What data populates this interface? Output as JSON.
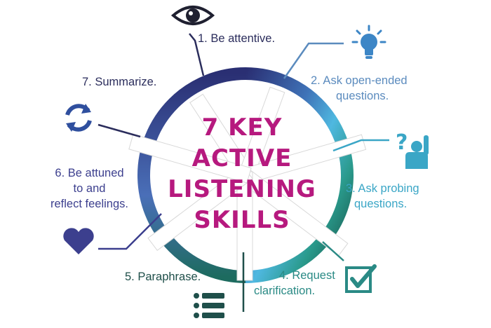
{
  "center_title": [
    "7 KEY",
    "ACTIVE",
    "LISTENING",
    "SKILLS"
  ],
  "skills": [
    {
      "id": "attentive",
      "label": [
        "1. Be attentive."
      ],
      "color": "#2b2d5c",
      "icon": "eye-icon"
    },
    {
      "id": "open-ended",
      "label": [
        "2. Ask open-ended",
        "questions."
      ],
      "color": "#5b8bbe",
      "icon": "lightbulb-icon"
    },
    {
      "id": "probing",
      "label": [
        "3. Ask probing",
        "questions."
      ],
      "color": "#3aa6c6",
      "icon": "raised-hand-question-icon"
    },
    {
      "id": "clarification",
      "label": [
        "4. Request",
        "clarification."
      ],
      "color": "#2a8a85",
      "icon": "checkbox-icon"
    },
    {
      "id": "paraphrase",
      "label": [
        "5. Paraphrase."
      ],
      "color": "#1f4f4a",
      "icon": "list-icon"
    },
    {
      "id": "feelings",
      "label": [
        "6. Be attuned",
        "to and",
        "reflect feelings."
      ],
      "color": "#3c3f8e",
      "icon": "heart-icon"
    },
    {
      "id": "summarize",
      "label": [
        "7. Summarize."
      ],
      "color": "#2b2d5c",
      "icon": "refresh-arrows-icon"
    }
  ],
  "colors": {
    "title": "#b6197e",
    "ring_top": "#2a2f73",
    "ring_right": "#4fb8e0",
    "ring_bottom": "#1d6b5f",
    "ring_left": "#4a4fa3"
  }
}
